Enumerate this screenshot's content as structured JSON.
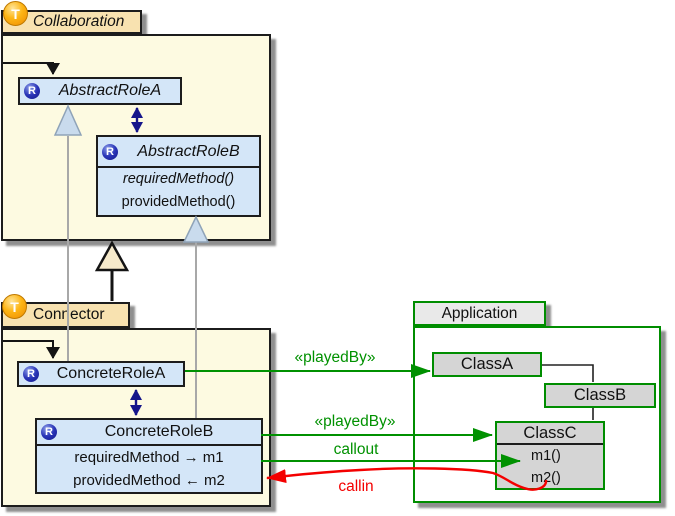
{
  "icons": {
    "team": "T",
    "role": "R"
  },
  "collaboration": {
    "title": "Collaboration",
    "role_a": {
      "name": "AbstractRoleA"
    },
    "role_b": {
      "name": "AbstractRoleB",
      "methods": [
        "requiredMethod()",
        "providedMethod()"
      ]
    }
  },
  "connector": {
    "title": "Connector",
    "role_a": {
      "name": "ConcreteRoleA"
    },
    "role_b": {
      "name": "ConcreteRoleB",
      "methods": [
        "requiredMethod → m1",
        "providedMethod ← m2"
      ]
    }
  },
  "application": {
    "title": "Application",
    "class_a": {
      "name": "ClassA"
    },
    "class_b": {
      "name": "ClassB"
    },
    "class_c": {
      "name": "ClassC",
      "methods": [
        "m1()",
        "m2()"
      ]
    }
  },
  "edges": {
    "played_by_1": "«playedBy»",
    "played_by_2": "«playedBy»",
    "callout": "callout",
    "callin": "callin"
  },
  "colors": {
    "played_by_green": "#009100",
    "callin_red": "#F40000",
    "role_link_navy": "#15158A",
    "package_fill": "#FDFAE1",
    "package_tab_fill": "#F8E2B0",
    "role_fill": "#D4E6F8",
    "class_fill": "#D5D5D5",
    "application_green": "#008D00",
    "inheritance_gray": "#A8A8A8"
  }
}
